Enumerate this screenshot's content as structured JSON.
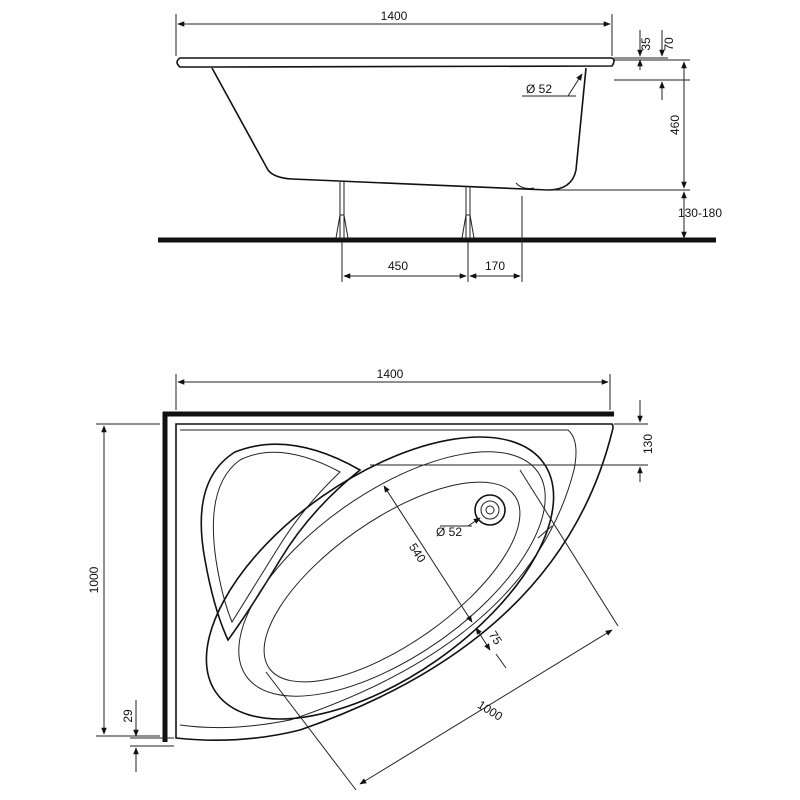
{
  "side_view": {
    "width_label": "1400",
    "rim_label": "35",
    "rim_total_label": "70",
    "drain_label": "Ø 52",
    "depth_label": "460",
    "leg_height_label": "130-180",
    "leg_spacing_label": "450",
    "drain_offset_label": "170"
  },
  "top_view": {
    "width_label": "1400",
    "height_label": "1000",
    "offset_top_label": "130",
    "offset_bottom_label": "29",
    "drain_label": "Ø 52",
    "inner_length_label": "540",
    "edge_label": "75",
    "diagonal_label": "1000"
  },
  "colors": {
    "line": "#111111",
    "background": "#ffffff"
  }
}
